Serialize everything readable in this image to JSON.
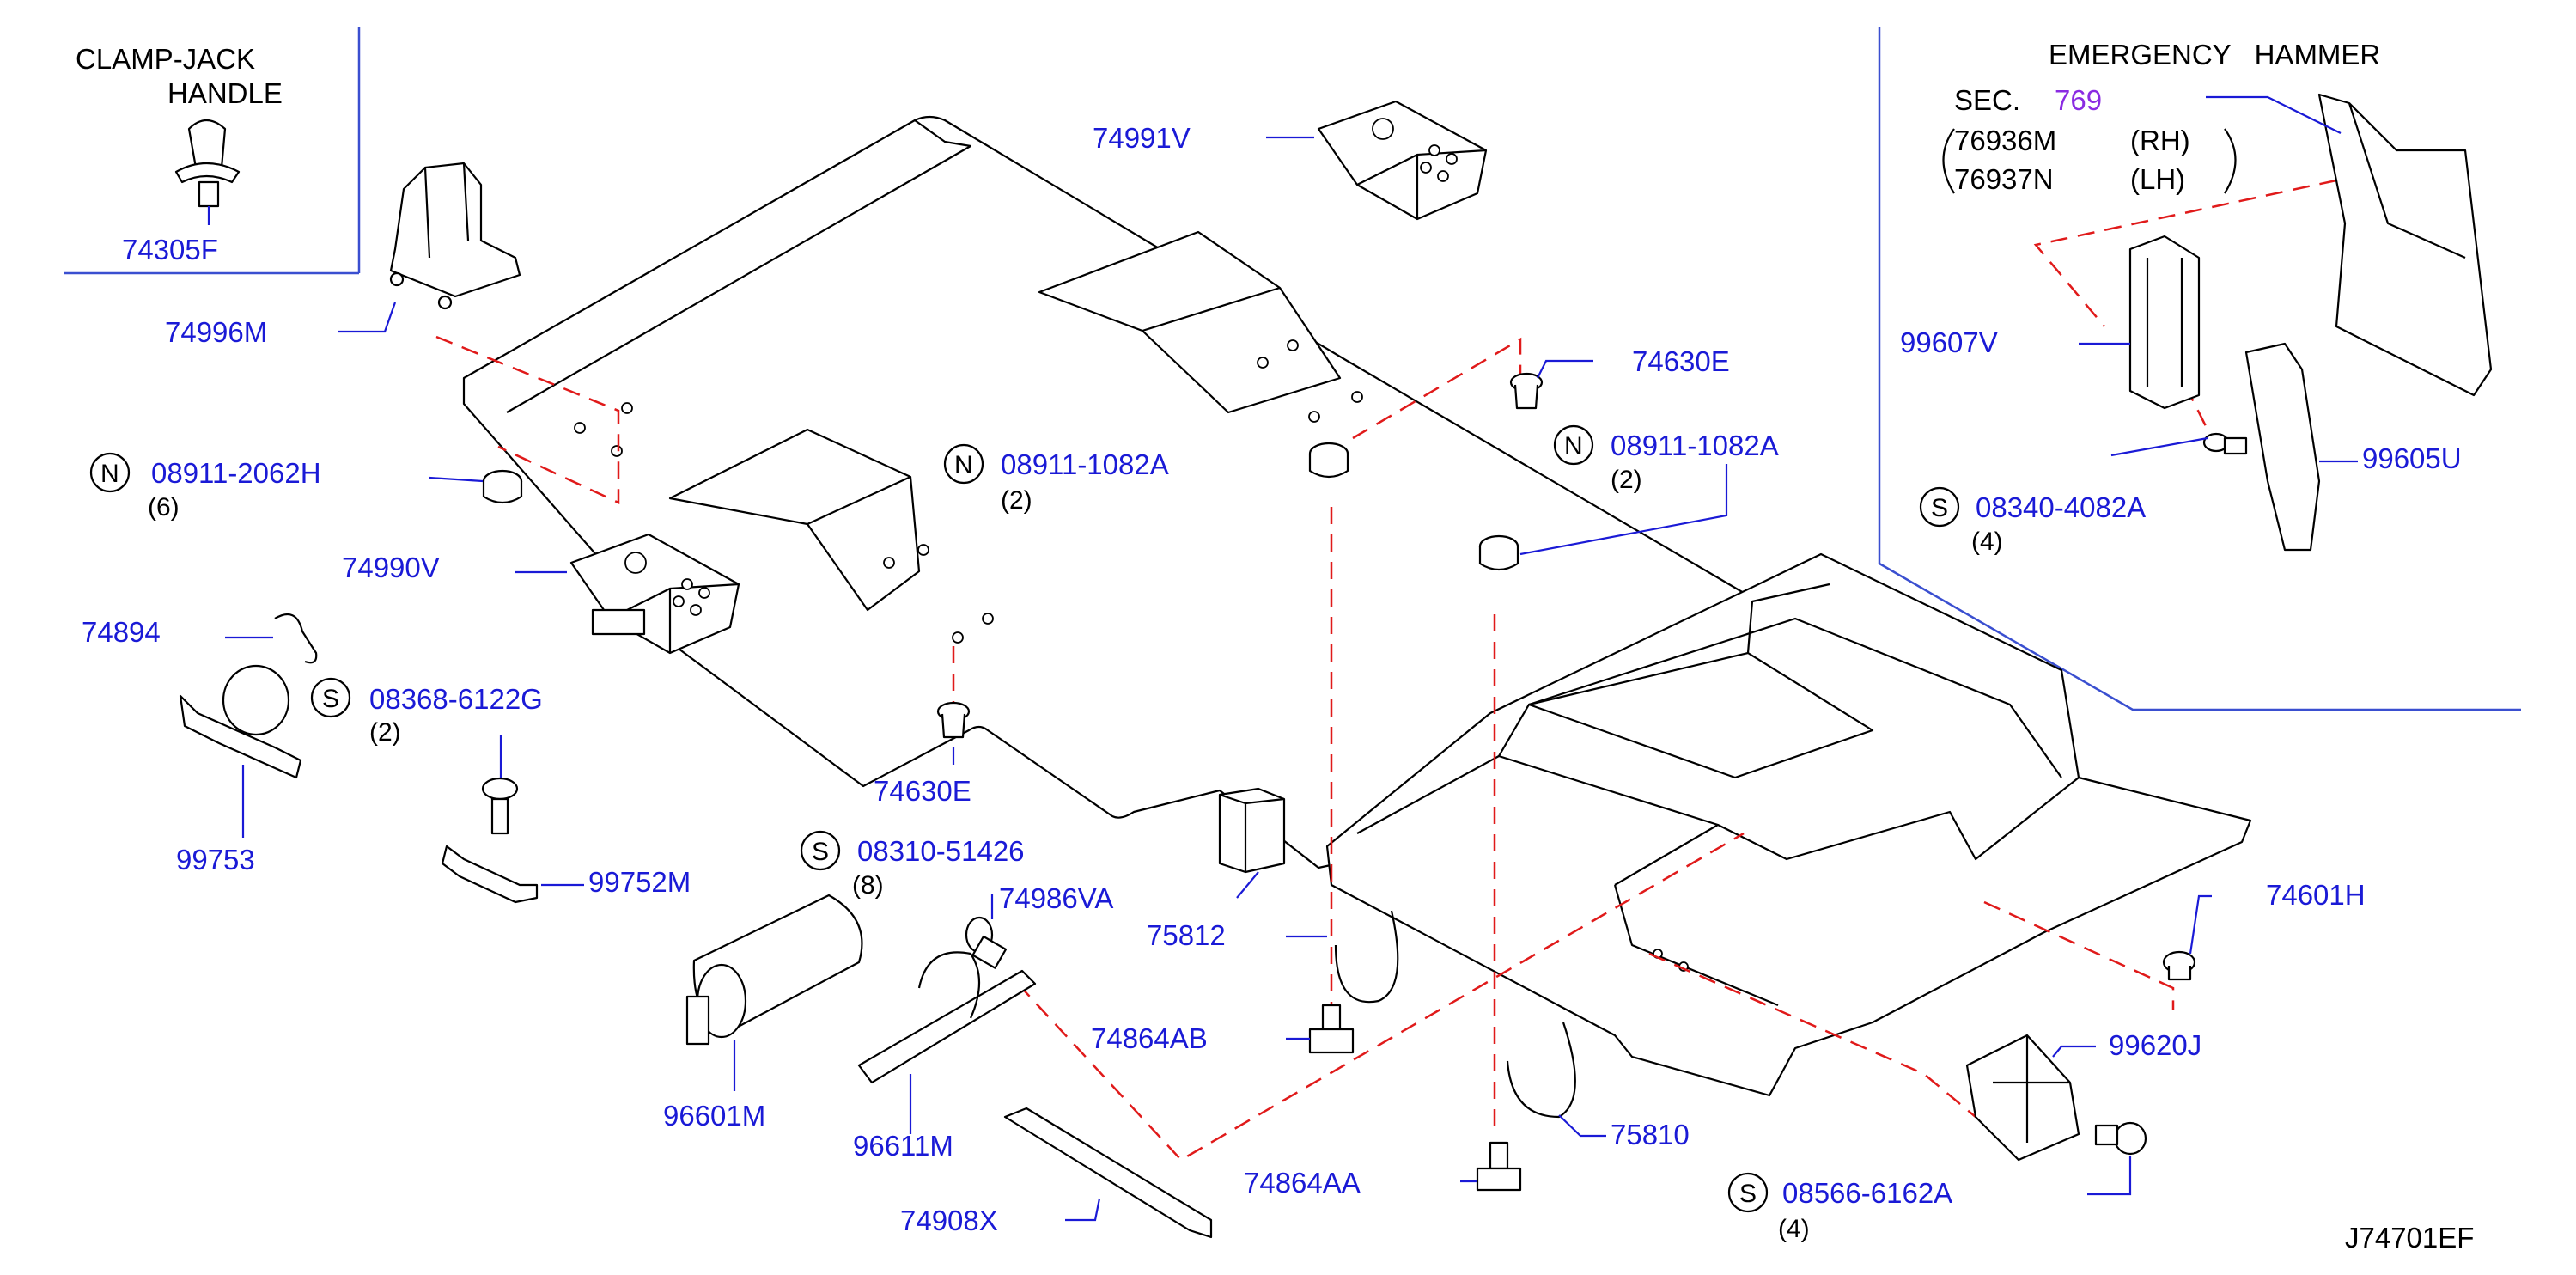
{
  "clamp_title": [
    "CLAMP-JACK",
    "HANDLE"
  ],
  "hammer_title": "EMERGENCY   HAMMER",
  "sec_label": "SEC.",
  "sec_number": "769",
  "sec_parts": [
    {
      "number": "76936M",
      "side": "(RH)"
    },
    {
      "number": "76937N",
      "side": "(LH)"
    }
  ],
  "parts": {
    "p74305F": "74305F",
    "p74996M": "74996M",
    "p74991V": "74991V",
    "p74630E_top": "74630E",
    "p74630E_mid": "74630E",
    "p74990V": "74990V",
    "p74894": "74894",
    "p99753": "99753",
    "p99752M": "99752M",
    "p96601M": "96601M",
    "p96611M": "96611M",
    "p74986VA": "74986VA",
    "p74864AB": "74864AB",
    "p74864AA": "74864AA",
    "p74908X": "74908X",
    "p75812": "75812",
    "p75810": "75810",
    "p74601H": "74601H",
    "p99620J": "99620J",
    "p99607V": "99607V",
    "p99605U": "99605U"
  },
  "fasteners": [
    {
      "prefix": "N",
      "number": "08911-2062H",
      "qty": "(6)"
    },
    {
      "prefix": "N",
      "number": "08911-1082A",
      "qty": "(2)"
    },
    {
      "prefix": "N",
      "number": "08911-1082A",
      "qty": "(2)"
    },
    {
      "prefix": "S",
      "number": "08368-6122G",
      "qty": "(2)"
    },
    {
      "prefix": "S",
      "number": "08310-51426",
      "qty": "(8)"
    },
    {
      "prefix": "S",
      "number": "08340-4082A",
      "qty": "(4)"
    },
    {
      "prefix": "S",
      "number": "08566-6162A",
      "qty": "(4)"
    }
  ],
  "diagram_code": "J74701EF",
  "colors": {
    "part_number": "#1a1ad6",
    "section_ref": "#8a2be2",
    "dash_line": "#e01a1a",
    "frame": "#3a4fd0"
  }
}
